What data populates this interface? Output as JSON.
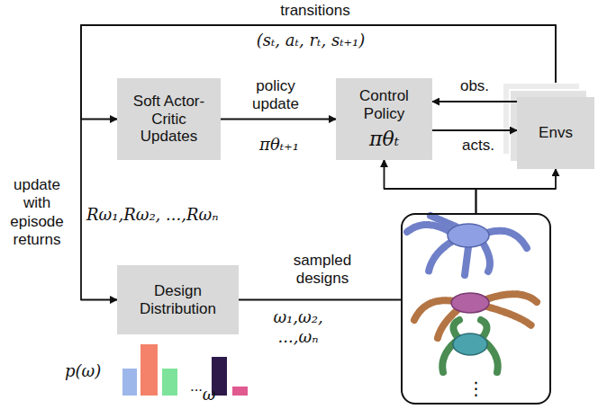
{
  "diagram": {
    "nodes": [
      {
        "text": [
          "Soft Actor-Critic Updates"
        ]
      },
      {
        "text": [
          "Control Policy",
          "πθₜ"
        ]
      },
      {
        "text": [
          "Envs"
        ]
      },
      {
        "text": [
          "Design Distribution"
        ]
      },
      {
        "text": [
          "⋮"
        ]
      }
    ],
    "edges": [
      {
        "from": 2,
        "to": 0,
        "arrow": "to",
        "label": "transitions"
      },
      {
        "from": 2,
        "to": 3,
        "arrow": "to",
        "label": "update with episode returns"
      },
      {
        "from": 0,
        "to": 1,
        "arrow": "to",
        "label": "policy update"
      },
      {
        "from": 2,
        "to": 1,
        "arrow": "to",
        "label": "obs."
      },
      {
        "from": 1,
        "to": 2,
        "arrow": "to",
        "label": "acts."
      },
      {
        "from": 4,
        "to": 1,
        "arrow": "to"
      },
      {
        "from": 4,
        "to": 2,
        "arrow": "to"
      },
      {
        "from": 3,
        "to": 4,
        "arrow": "none",
        "label": "sampled designs"
      }
    ],
    "labels": [
      "(sₜ, aₜ, rₜ, sₜ₊₁)",
      "πθₜ₊₁",
      "Rω₁,Rω₂, ...,Rωₙ",
      "ω₁,ω₂, ...,ωₙ",
      "p(ω)",
      "ω",
      "..."
    ]
  }
}
